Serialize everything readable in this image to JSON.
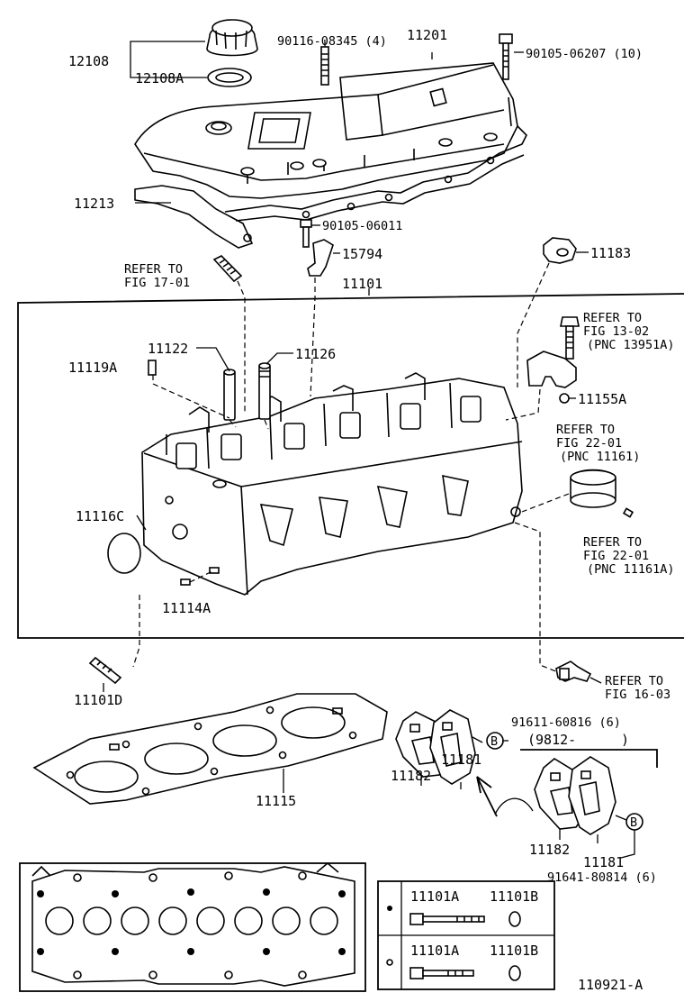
{
  "labels": {
    "p12108": "12108",
    "p12108A": "12108A",
    "p90116": "90116-08345 (4)",
    "p11201": "11201",
    "p90105_06207": "90105-06207 (10)",
    "p11213": "11213",
    "p90105_06011": "90105-06011",
    "p15794": "15794",
    "p11183": "11183",
    "refer_17_l1": "REFER TO",
    "refer_17_l2": "FIG 17-01",
    "p11101": "11101",
    "refer_13_l1": "REFER TO",
    "refer_13_l2": "FIG 13-02",
    "refer_13_l3": "(PNC 13951A)",
    "p11122": "11122",
    "p11126": "11126",
    "p11119A": "11119A",
    "p11155A": "11155A",
    "refer_22a_l1": "REFER TO",
    "refer_22a_l2": "FIG 22-01",
    "refer_22a_l3": "(PNC 11161)",
    "p11116C": "11116C",
    "refer_22b_l1": "REFER TO",
    "refer_22b_l2": "FIG 22-01",
    "refer_22b_l3": "(PNC 11161A)",
    "p11114A": "11114A",
    "refer_16_l1": "REFER TO",
    "refer_16_l2": "FIG 16-03",
    "p11101D": "11101D",
    "p91611": "91611-60816 (6)",
    "date_range": "(9812-",
    "date_close": ")",
    "p11182_a": "11182",
    "p11181_a": "11181",
    "p11115": "11115",
    "p11182_b": "11182",
    "p11181_b": "11181",
    "p91641": "91641-80814 (6)",
    "marker_b": "B",
    "bolt_row1_a": "11101A",
    "bolt_row1_b": "11101B",
    "bolt_row2_a": "11101A",
    "bolt_row2_b": "11101B",
    "figure_id": "110921-A"
  }
}
